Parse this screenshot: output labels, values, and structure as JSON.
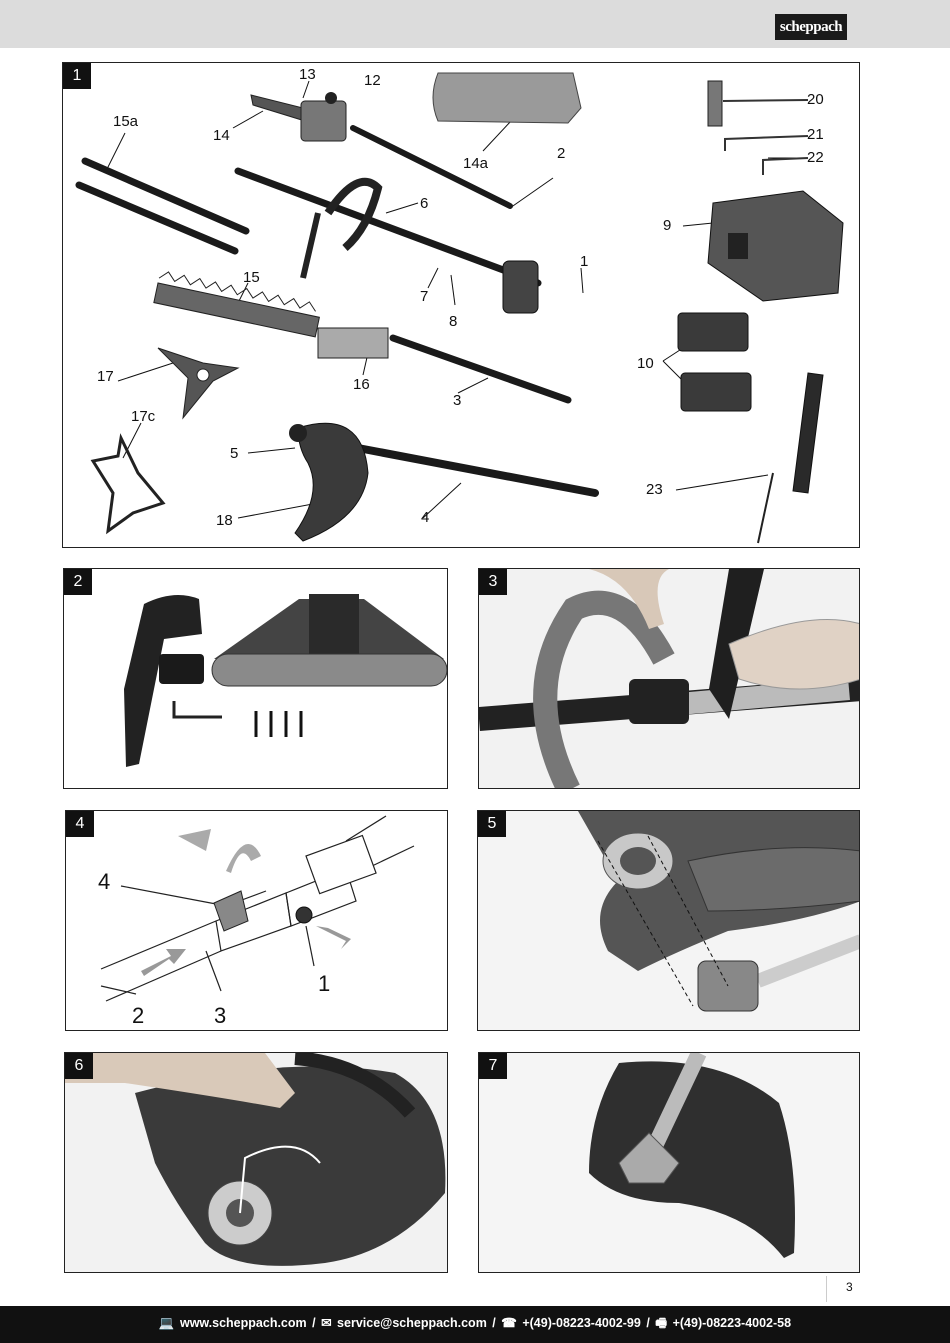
{
  "header": {
    "brand": "scheppach"
  },
  "panels": [
    {
      "num": "1"
    },
    {
      "num": "2"
    },
    {
      "num": "3"
    },
    {
      "num": "4"
    },
    {
      "num": "5"
    },
    {
      "num": "6"
    },
    {
      "num": "7"
    }
  ],
  "figure1_labels": {
    "l1": "1",
    "l2": "2",
    "l3": "3",
    "l4": "4",
    "l5": "5",
    "l6": "6",
    "l7": "7",
    "l8": "8",
    "l9": "9",
    "l10": "10",
    "l12": "12",
    "l13": "13",
    "l14": "14",
    "l14a": "14a",
    "l15": "15",
    "l15a": "15a",
    "l16": "16",
    "l17": "17",
    "l17c": "17c",
    "l18": "18",
    "l20": "20",
    "l21": "21",
    "l22": "22",
    "l23": "23"
  },
  "figure4_labels": {
    "a": "4",
    "b": "1",
    "c": "2",
    "d": "3"
  },
  "page_number": "3",
  "footer": {
    "web_icon": "computer-icon",
    "web": "www.scheppach.com",
    "mail_icon": "envelope-icon",
    "mail": "service@scheppach.com",
    "phone_icon": "telephone-icon",
    "phone": "+(49)-08223-4002-99",
    "fax_icon": "fax-icon",
    "fax": "+(49)-08223-4002-58",
    "sep": "/"
  }
}
